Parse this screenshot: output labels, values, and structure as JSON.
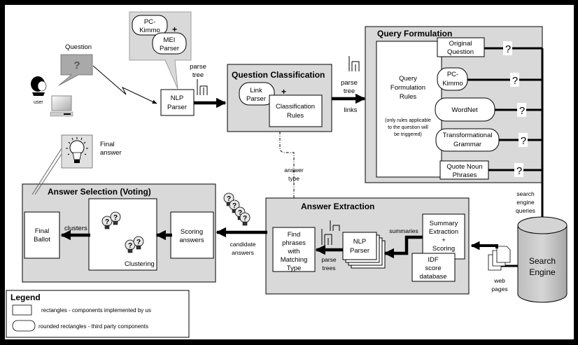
{
  "diagram": {
    "user": {
      "label": "user"
    },
    "question_bubble": {
      "label": "Question",
      "mark": "?"
    },
    "parser_callout": {
      "pc_kimmo": [
        "PC-",
        "Kimmo"
      ],
      "plus": "+",
      "mei_parser": [
        "MEI",
        "Parser"
      ]
    },
    "nlp_parser": {
      "lines": [
        "NLP",
        "Parser"
      ]
    },
    "parse_tree_label_1": [
      "parse",
      "tree"
    ],
    "question_classification": {
      "title": "Question Classification",
      "link_parser": [
        "Link",
        "Parser"
      ],
      "plus": "+",
      "classification_rules": [
        "Classification",
        "Rules"
      ]
    },
    "qc_to_qf_labels": {
      "top": [
        "parse",
        "tree"
      ],
      "bottom": "links"
    },
    "query_formulation": {
      "title": "Query Formulation",
      "rules": [
        "Query",
        "Formulation",
        "Rules"
      ],
      "rules_note": [
        "(only rules applicable",
        "to the question will",
        "be triggered)"
      ],
      "components": [
        {
          "lines": [
            "Original",
            "Question"
          ],
          "shape": "rectangle",
          "mark": "?"
        },
        {
          "lines": [
            "PC-",
            "Kimmo"
          ],
          "shape": "rounded",
          "mark": "?"
        },
        {
          "lines": [
            "WordNet"
          ],
          "shape": "rounded",
          "mark": "?"
        },
        {
          "lines": [
            "Transformational",
            "Grammar"
          ],
          "shape": "rounded",
          "mark": "?"
        },
        {
          "lines": [
            "Quote Noun",
            "Phrases"
          ],
          "shape": "rectangle",
          "mark": "?"
        }
      ]
    },
    "search_queries_label": [
      "search",
      "engine",
      "queries"
    ],
    "search_engine": {
      "lines": [
        "Search",
        "Engine"
      ]
    },
    "web_pages_label": [
      "web",
      "pages"
    ],
    "answer_type_label": [
      "answer",
      "type"
    ],
    "answer_extraction": {
      "title": "Answer Extraction",
      "find_phrases": [
        "Find",
        "phrases",
        "with",
        "Matching",
        "Type"
      ],
      "nlp_parser": [
        "NLP",
        "Parser"
      ],
      "parse_trees_label": [
        "parse",
        "trees"
      ],
      "summaries_label": "summaries",
      "summary_extraction": [
        "Summary",
        "Extraction",
        "+",
        "Scoring"
      ],
      "idf_db": [
        "IDF",
        "score",
        "database"
      ]
    },
    "candidate_answers_label": [
      "candidate",
      "answers"
    ],
    "answer_selection": {
      "title": "Answer Selection (Voting)",
      "final_ballot": [
        "Final",
        "Ballot"
      ],
      "clusters_label": "clusters",
      "clustering_label": "Clustering",
      "scoring_answers": [
        "Scoring",
        "answers"
      ]
    },
    "final_answer_label": [
      "Final",
      "answer"
    ],
    "legend": {
      "title": "Legend",
      "items": [
        {
          "shape": "rectangle",
          "text": "rectangles - components implemented by us"
        },
        {
          "shape": "rounded",
          "text": "rounded rectangles - third party components"
        }
      ]
    }
  },
  "colors": {
    "group_fill": "#d9d9d9",
    "frame": "#000000",
    "background": "#ffffff"
  }
}
